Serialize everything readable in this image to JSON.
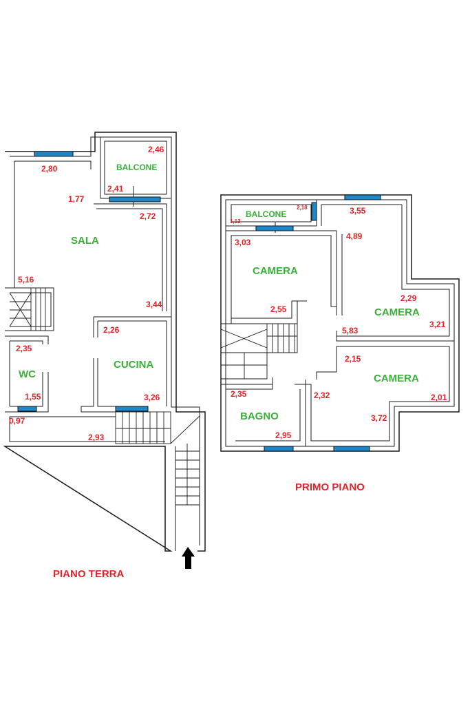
{
  "colors": {
    "room_label": "#3cae3a",
    "dimension": "#e0262b",
    "floor_label": "#e0262b",
    "window": "#1f86c8",
    "wall": "#1a1a1a",
    "entrance_arrow": "#000000"
  },
  "icons": {
    "entrance": "arrow-up-icon",
    "staircase": "staircase-icon"
  },
  "ground_floor": {
    "title": "PIANO TERRA",
    "rooms": {
      "sala": "SALA",
      "balcone": "BALCONE",
      "wc": "WC",
      "cucina": "CUCINA"
    },
    "dimensions": {
      "sala_width": "2,80",
      "sala_side": "1,77",
      "balcone_width": "2,46",
      "balcone_inner": "2,41",
      "sala_lower": "2,72",
      "stair_wall": "5,16",
      "sala_depth": "3,44",
      "wc_depth": "2,35",
      "wc_width": "1,55",
      "cucina_depth": "2,26",
      "cucina_width": "3,26",
      "hall_depth": "0,97",
      "hall_width": "2,93"
    }
  },
  "first_floor": {
    "title": "PRIMO PIANO",
    "rooms": {
      "balcone": "BALCONE",
      "camera_1": "CAMERA",
      "camera_2": "CAMERA",
      "camera_3": "CAMERA",
      "bagno": "BAGNO"
    },
    "dimensions": {
      "balcone_depth": "1,13",
      "balcone_small": "2,18",
      "camera_top_width": "3,55",
      "camera1_depth": "3,03",
      "camera2_depth": "4,89",
      "camera1_width": "2,55",
      "camera2_step": "2,29",
      "camera2_side": "3,21",
      "corridor_width": "5,83",
      "camera3_width": "2,15",
      "bagno_depth": "2,35",
      "camera3_depth": "2,32",
      "camera3_side": "2,01",
      "camera3_bottom": "3,72",
      "bagno_width": "2,95"
    }
  }
}
